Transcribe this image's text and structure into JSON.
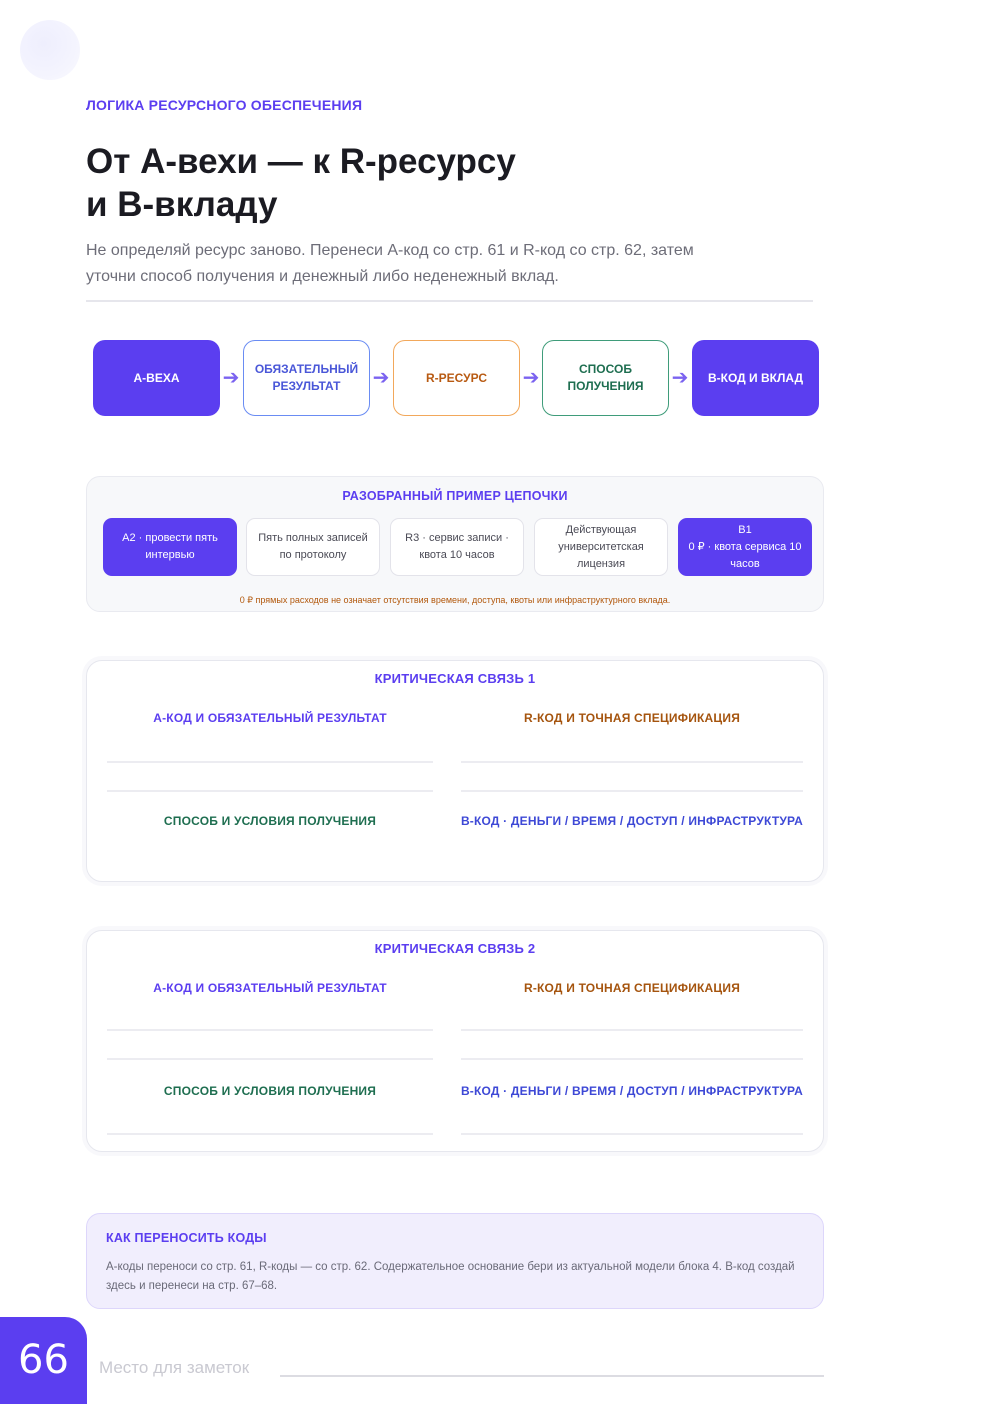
{
  "header": {
    "eyebrow": "ЛОГИКА РЕСУРСНОГО ОБЕСПЕЧЕНИЯ",
    "title_line1": "От А-вехи — к R-ресурсу",
    "title_line2": "и B-вкладу",
    "subtitle": "Не определяй ресурс заново. Перенеси А-код со стр. 61 и R-код со стр. 62, затем уточни способ получения и денежный либо неденежный вклад."
  },
  "flow": {
    "steps": [
      {
        "label": "А-ВЕХА",
        "style": "filled"
      },
      {
        "label": "ОБЯЗАТЕЛЬНЫЙ РЕЗУЛЬТАТ",
        "style": "blue"
      },
      {
        "label": "R-РЕСУРС",
        "style": "orange"
      },
      {
        "label": "СПОСОБ ПОЛУЧЕНИЯ",
        "style": "green"
      },
      {
        "label": "B-КОД И ВКЛАД",
        "style": "filled"
      }
    ],
    "arrow": "➔"
  },
  "example": {
    "title": "РАЗОБРАННЫЙ ПРИМЕР ЦЕПОЧКИ",
    "boxes": [
      {
        "text": "A2 · провести пять интервью",
        "style": "filled"
      },
      {
        "text": "Пять полных записей по протоколу",
        "style": "plain"
      },
      {
        "text": "R3 · сервис записи · квота 10 часов",
        "style": "plain"
      },
      {
        "text": "Действующая университетская лицензия",
        "style": "plain"
      },
      {
        "text": "B1\n0 ₽ · квота сервиса 10 часов",
        "style": "filled"
      }
    ],
    "note": "0 ₽ прямых расходов не означает отсутствия времени, доступа, квоты или инфраструктурного вклада."
  },
  "links": [
    {
      "title": "КРИТИЧЕСКАЯ СВЯЗЬ 1",
      "a_code": "А-КОД И ОБЯЗАТЕЛЬНЫЙ РЕЗУЛЬТАТ",
      "r_code": "R-КОД И ТОЧНАЯ СПЕЦИФИКАЦИЯ",
      "method": "СПОСОБ И УСЛОВИЯ ПОЛУЧЕНИЯ",
      "b_code": "B-КОД · ДЕНЬГИ / ВРЕМЯ / ДОСТУП / ИНФРАСТРУКТУРА"
    },
    {
      "title": "КРИТИЧЕСКАЯ СВЯЗЬ 2",
      "a_code": "А-КОД И ОБЯЗАТЕЛЬНЫЙ РЕЗУЛЬТАТ",
      "r_code": "R-КОД И ТОЧНАЯ СПЕЦИФИКАЦИЯ",
      "method": "СПОСОБ И УСЛОВИЯ ПОЛУЧЕНИЯ",
      "b_code": "B-КОД · ДЕНЬГИ / ВРЕМЯ / ДОСТУП / ИНФРАСТРУКТУРА"
    }
  ],
  "info": {
    "title": "КАК ПЕРЕНОСИТЬ КОДЫ",
    "text": "А-коды переноси со стр. 61, R-коды — со стр. 62. Содержательное основание бери из актуальной модели блока 4. B-код создай здесь и перенеси на стр. 67–68."
  },
  "footer": {
    "page_number": "66",
    "notes_label": "Место для заметок"
  },
  "colors": {
    "accent": "#5b3ef0",
    "brown": "#a5540e",
    "green": "#1e6e50",
    "blue": "#3d48d6"
  }
}
